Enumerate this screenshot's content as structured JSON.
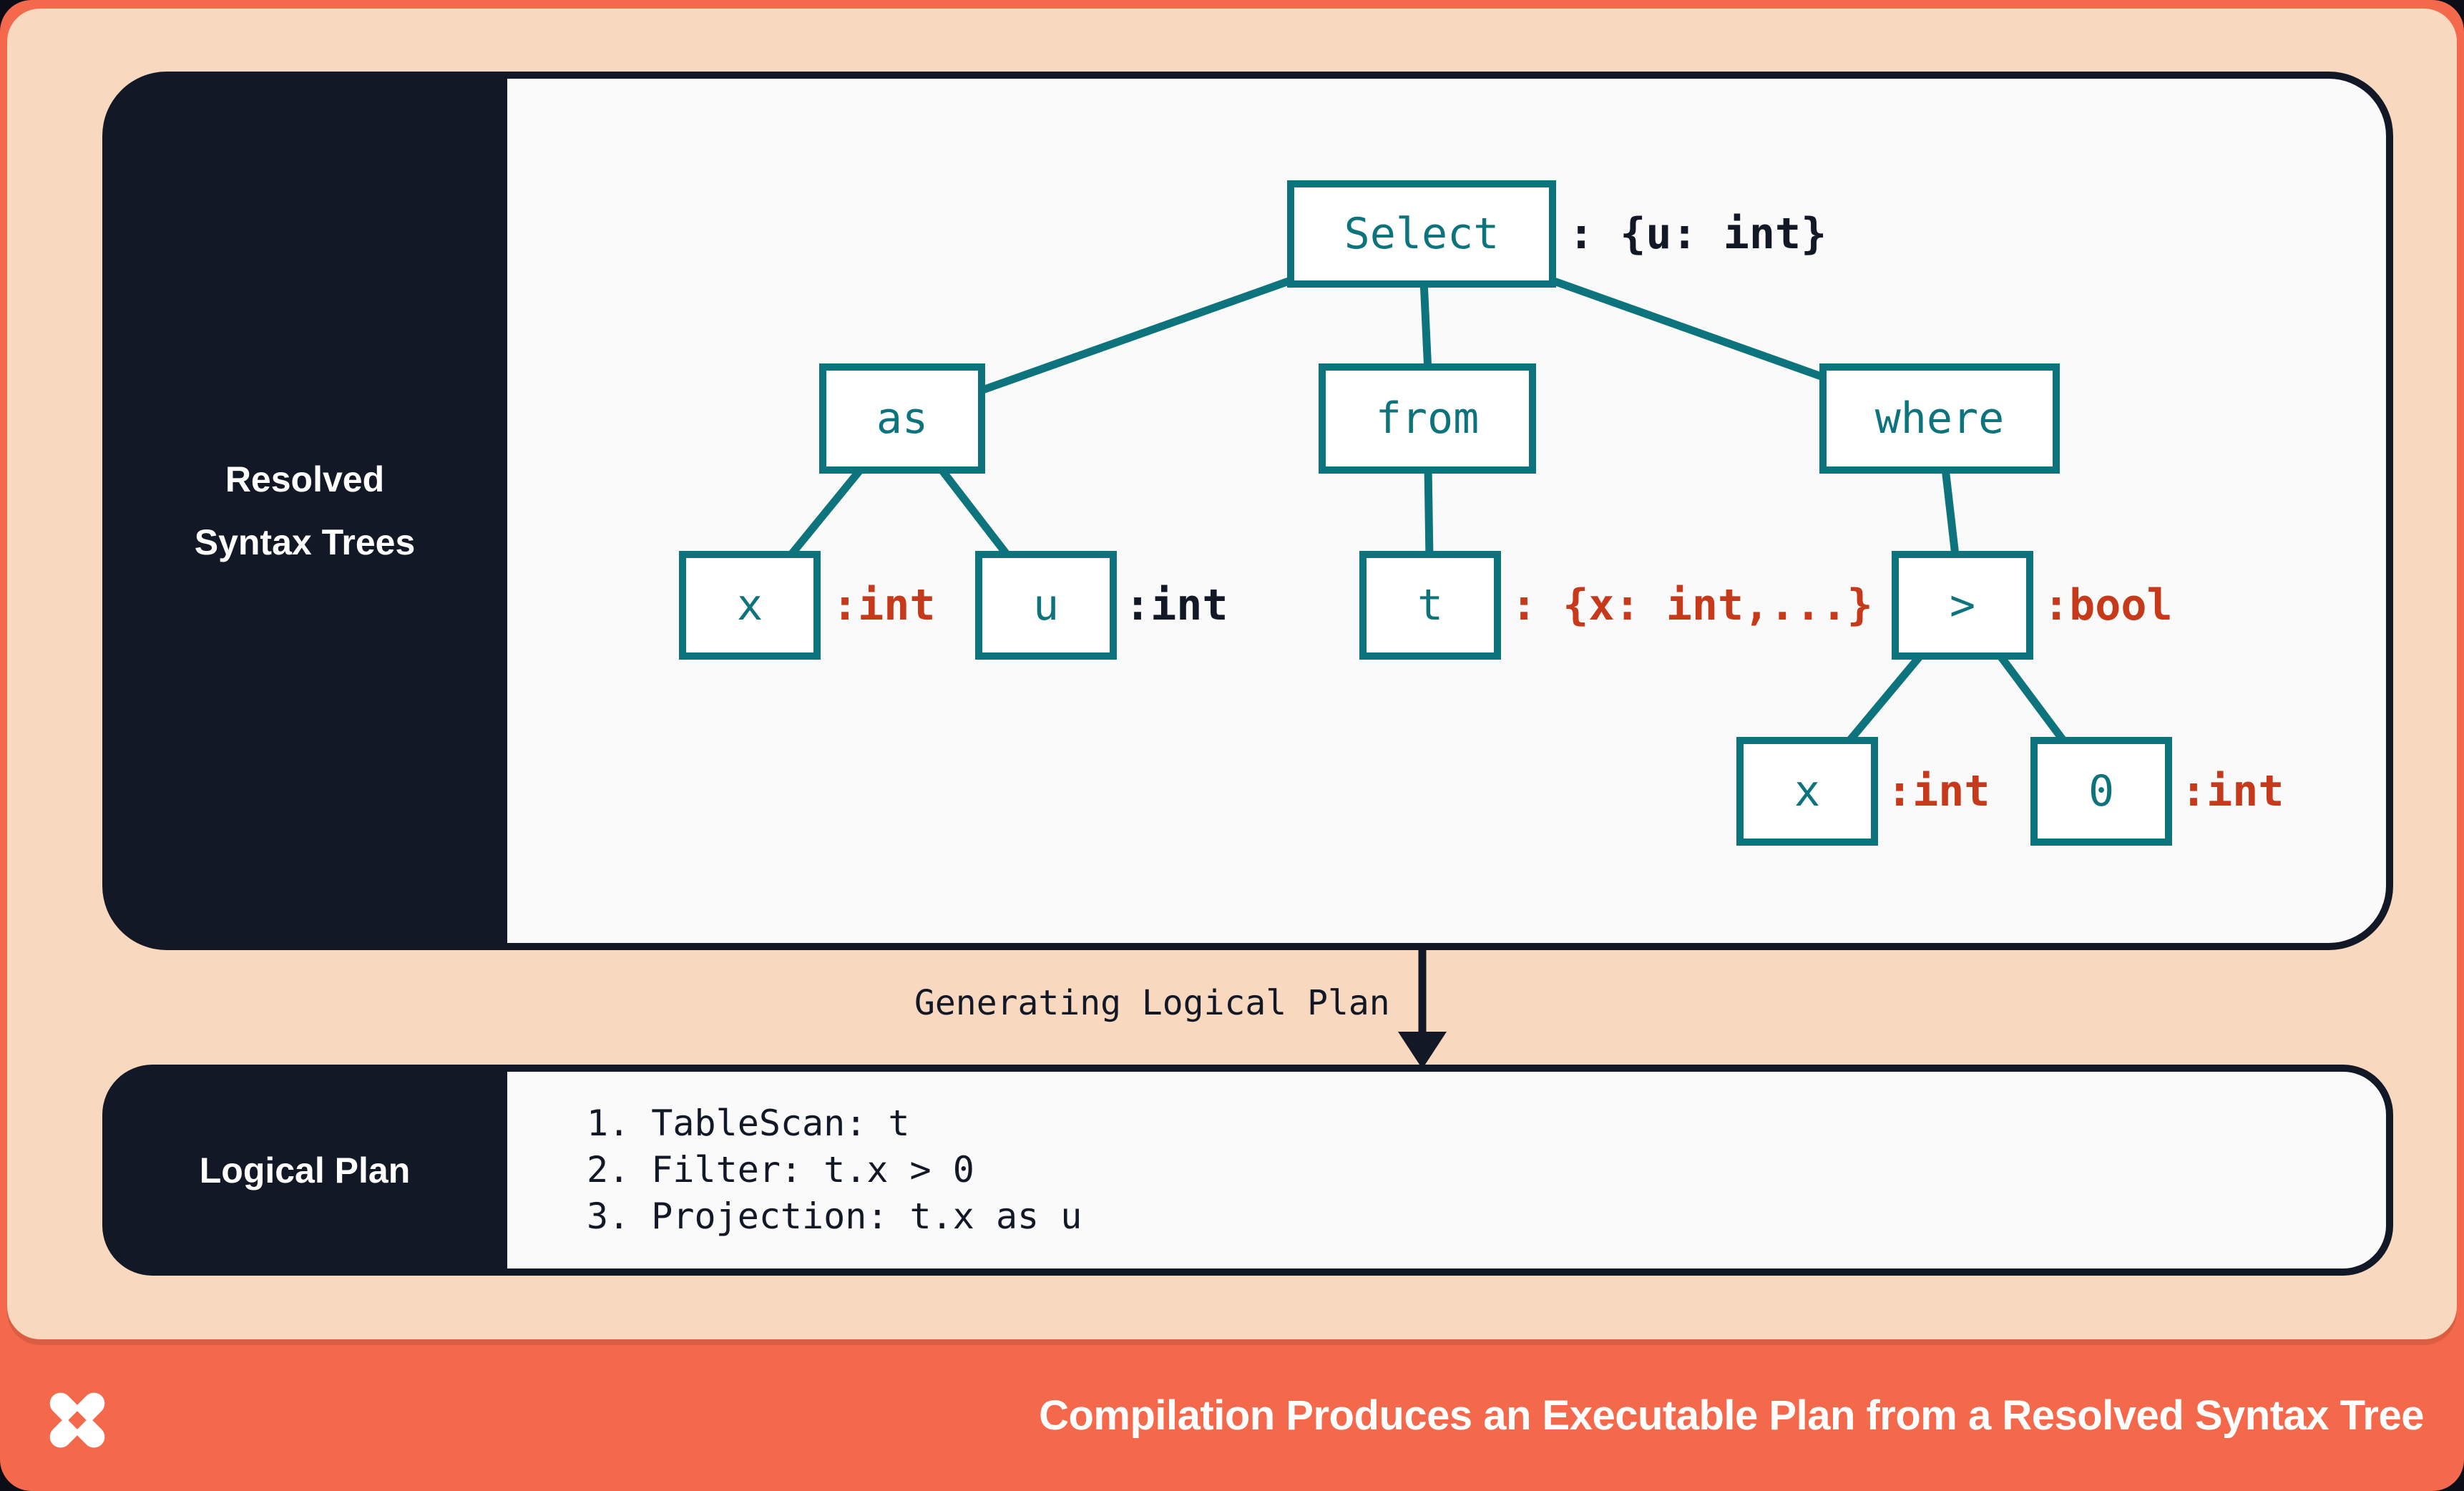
{
  "colors": {
    "canvas-orange": "#f4694b",
    "peach": "#f8d8be",
    "navy": "#131826",
    "teal": "#0d737c",
    "red": "#c7391b",
    "panel-white": "#fafafa",
    "node-white": "#ffffff",
    "text-white": "#ffffff"
  },
  "resolved_panel": {
    "sidebar_label_line1": "Resolved",
    "sidebar_label_line2": "Syntax Trees"
  },
  "tree": {
    "select": {
      "label": "Select",
      "annotation": ": {u: int}",
      "annotation_color": "navy"
    },
    "as_node": {
      "label": "as"
    },
    "from_node": {
      "label": "from"
    },
    "where_node": {
      "label": "where"
    },
    "x_alias": {
      "label": "x",
      "annotation": ":int",
      "annotation_color": "red"
    },
    "u_alias": {
      "label": "u",
      "annotation": ":int",
      "annotation_color": "navy"
    },
    "t_table": {
      "label": "t",
      "annotation": ": {x: int,...}",
      "annotation_color": "red"
    },
    "gt_op": {
      "label": ">",
      "annotation": ":bool",
      "annotation_color": "red"
    },
    "x_operand": {
      "label": "x",
      "annotation": ":int",
      "annotation_color": "red"
    },
    "zero_operand": {
      "label": "0",
      "annotation": ":int",
      "annotation_color": "red"
    }
  },
  "transition": {
    "label": "Generating Logical Plan"
  },
  "logical_plan": {
    "sidebar_label": "Logical Plan",
    "steps": [
      "1. TableScan: t",
      "2. Filter: t.x > 0",
      "3. Projection: t.x as u"
    ]
  },
  "footer": {
    "title": "Compilation Produces an Executable Plan from a Resolved Syntax Tree",
    "logo": "pinwheel-star-logo"
  }
}
